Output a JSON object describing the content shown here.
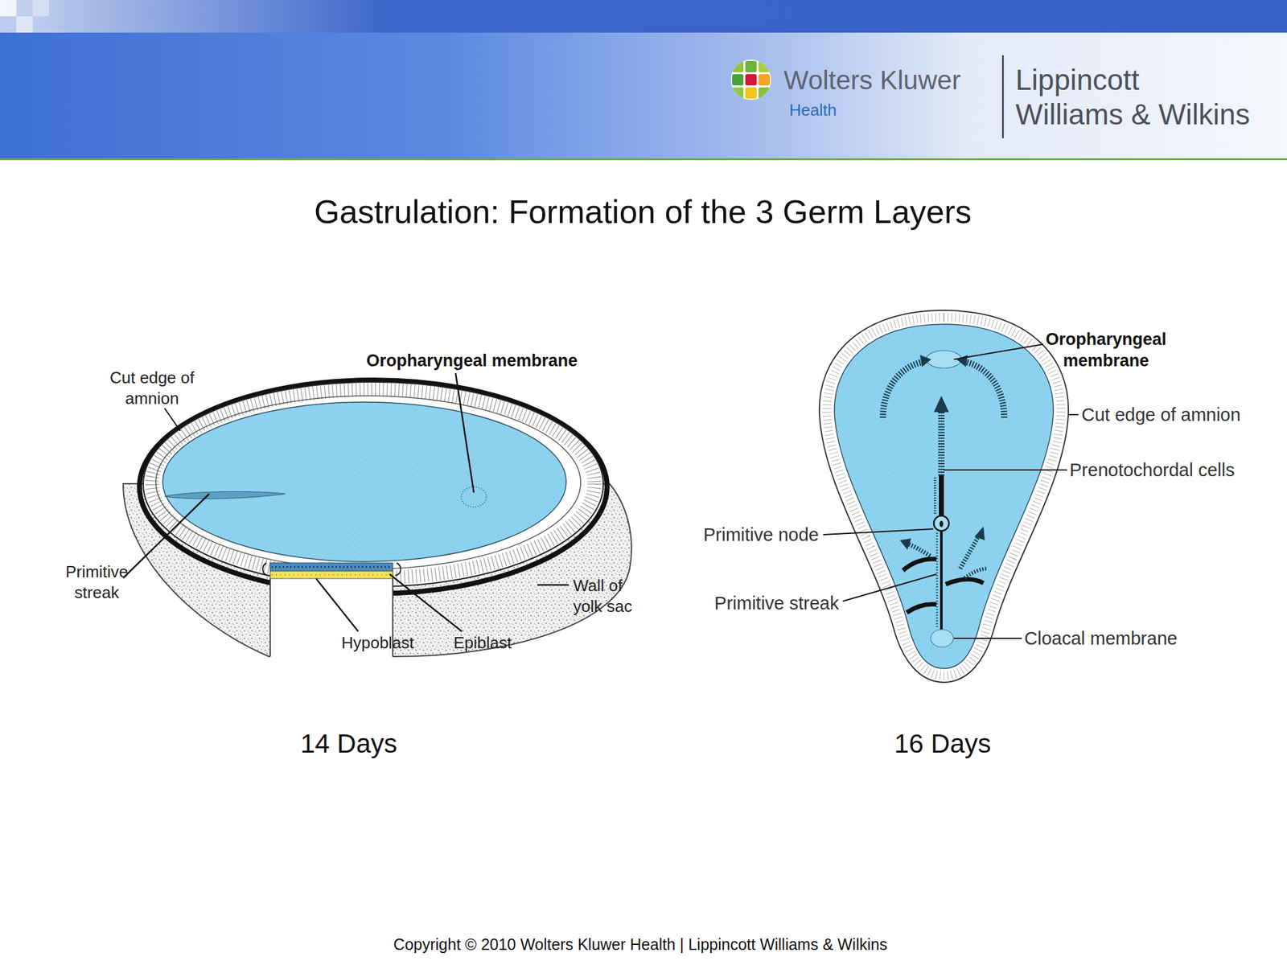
{
  "diagram": {
    "title": "Gastrulation: Formation of the 3 Germ Layers",
    "labels": [
      "Wolters Kluwer",
      "Health",
      "Lippincott",
      "Williams & Wilkins",
      "Cut edge of amnion",
      "Oropharyngeal membrane",
      "Primitive streak",
      "Hypoblast",
      "Epiblast",
      "Wall of yolk sac",
      "14 Days",
      "Oropharyngeal membrane",
      "Cut edge of amnion",
      "Prenotochordal cells",
      "Primitive node",
      "Primitive streak",
      "Cloacal membrane",
      "16 Days",
      "Copyright © 2010 Wolters Kluwer Health | Lippincott Williams & Wilkins"
    ]
  }
}
